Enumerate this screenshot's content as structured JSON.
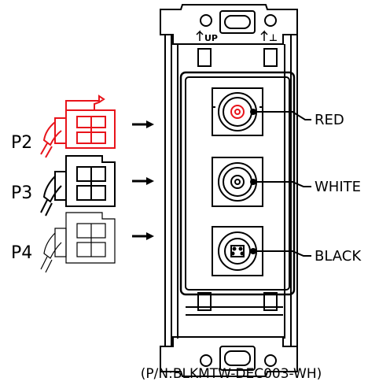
{
  "connectors": [
    {
      "id": "P2",
      "label": "P2",
      "color": "#e8141b"
    },
    {
      "id": "P3",
      "label": "P3",
      "color": "#000000"
    },
    {
      "id": "P4",
      "label": "P4",
      "color": "#000000"
    }
  ],
  "plate": {
    "up_label_left": "UP",
    "up_label_right": "⊥"
  },
  "jacks": [
    {
      "id": "red",
      "label": "RED",
      "type": "rca",
      "accent": "#e8141b"
    },
    {
      "id": "white",
      "label": "WHITE",
      "type": "rca",
      "accent": "#000000"
    },
    {
      "id": "black",
      "label": "BLACK",
      "type": "s-video",
      "accent": "#000000"
    }
  ],
  "part_number": "(P/N:BLKMTW-DEC003-WH)"
}
